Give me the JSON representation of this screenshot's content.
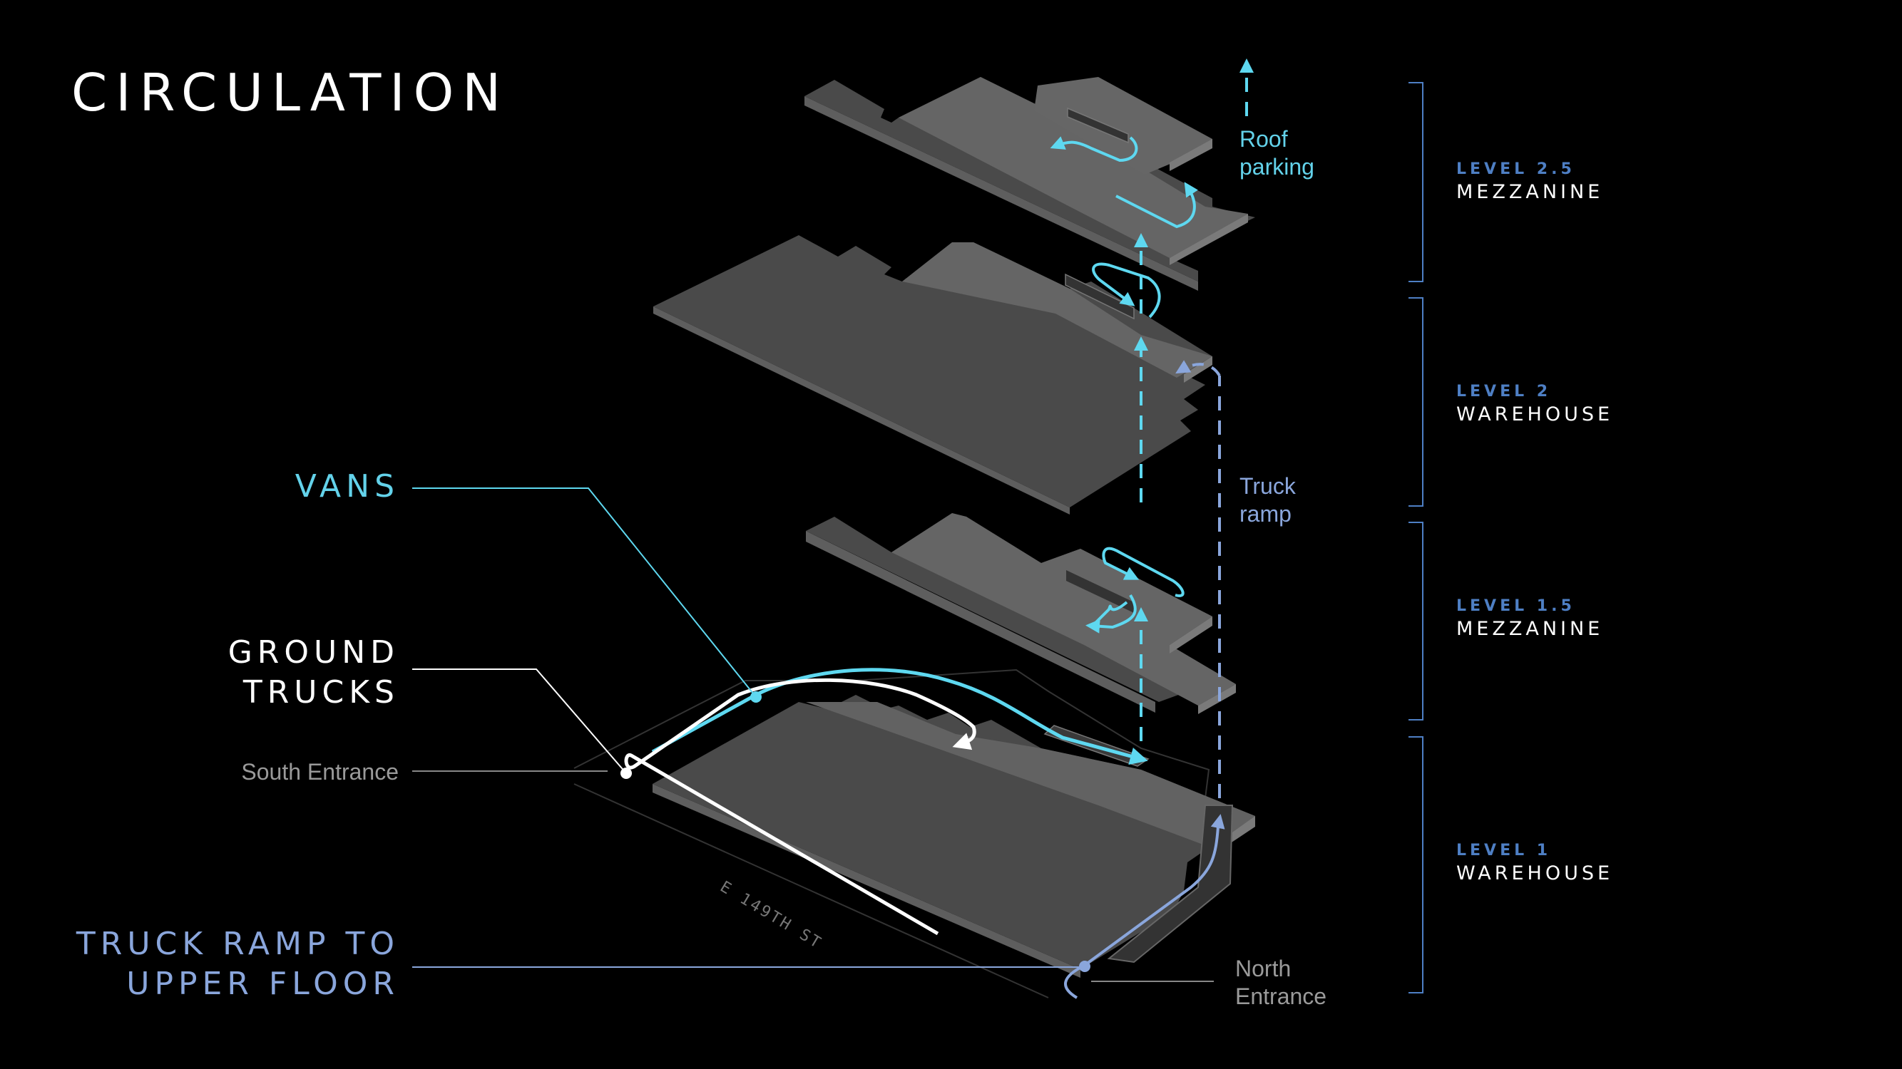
{
  "title": "CIRCULATION",
  "callouts": {
    "vans": "VANS",
    "ground_trucks_line1": "GROUND",
    "ground_trucks_line2": "TRUCKS",
    "truck_ramp_line1": "TRUCK RAMP TO",
    "truck_ramp_line2": "UPPER FLOOR"
  },
  "entrances": {
    "south": "South Entrance",
    "north_line1": "North",
    "north_line2": "Entrance"
  },
  "annotations": {
    "roof_line1": "Roof",
    "roof_line2": "parking",
    "truck_ramp_line1": "Truck",
    "truck_ramp_line2": "ramp"
  },
  "street_name": "E 149TH ST",
  "levels": [
    {
      "number": "LEVEL 2.5",
      "name": "MEZZANINE"
    },
    {
      "number": "LEVEL 2",
      "name": "WAREHOUSE"
    },
    {
      "number": "LEVEL 1.5",
      "name": "MEZZANINE"
    },
    {
      "number": "LEVEL 1",
      "name": "WAREHOUSE"
    }
  ],
  "colors": {
    "background": "#000000",
    "vans": "#5ed8f0",
    "trucks": "#ffffff",
    "truck_ramp": "#8aa6dc",
    "level_number": "#4e7fc4",
    "bracket": "#4e7fc4",
    "slab_light": "#666666",
    "slab_dark": "#4a4a4a",
    "slab_edge": "#7a7a7a"
  }
}
